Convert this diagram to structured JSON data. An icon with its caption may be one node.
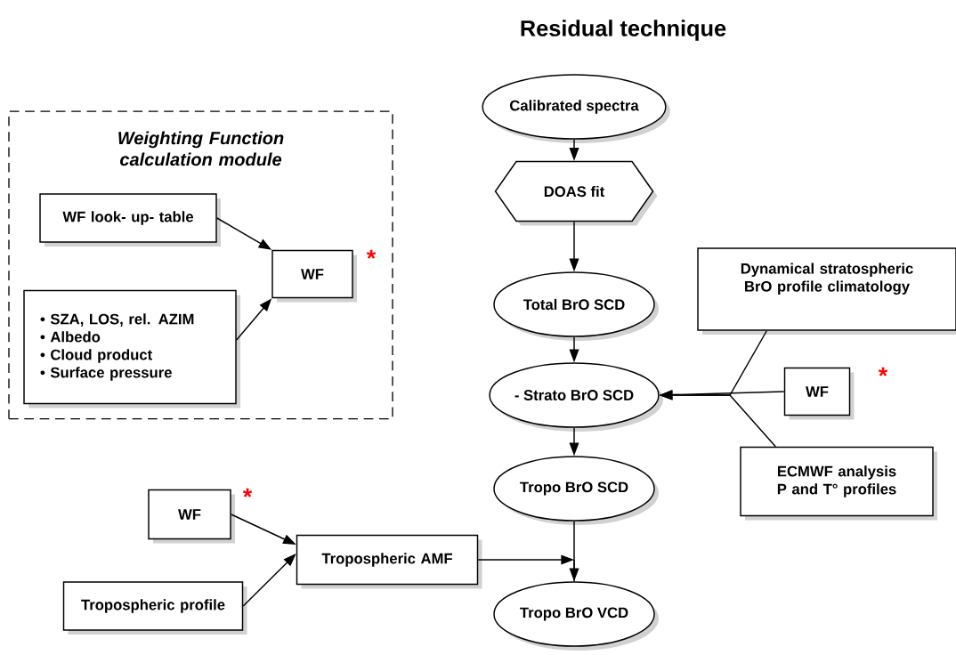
{
  "diagram": {
    "title": "Residual technique",
    "nodes": [
      {
        "text": [
          "Weighting Function calculation module"
        ]
      },
      {
        "text": [
          "WF look- up- table"
        ],
        "in": 0
      },
      {
        "text": [
          "• SZA, LOS, rel. AZIM",
          "• Albedo",
          "• Cloud product",
          "• Surface pressure"
        ],
        "in": 0
      },
      {
        "text": [
          "WF"
        ],
        "in": 0,
        "beside": [
          "*"
        ]
      },
      {
        "text": [
          "Calibrated spectra"
        ]
      },
      {
        "text": [
          "DOAS  fit"
        ]
      },
      {
        "text": [
          "Total BrO SCD"
        ]
      },
      {
        "text": [
          "Dynamical stratospheric BrO profile climatology"
        ]
      },
      {
        "text": [
          "- Strato BrO SCD"
        ]
      },
      {
        "text": [
          "WF"
        ],
        "beside": [
          "*"
        ]
      },
      {
        "text": [
          "ECMWF analysis P and T° profiles"
        ]
      },
      {
        "text": [
          "WF"
        ],
        "beside": [
          "*"
        ]
      },
      {
        "text": [
          "Tropo BrO SCD"
        ]
      },
      {
        "text": [
          "Tropospheric AMF"
        ]
      },
      {
        "text": [
          "Tropospheric profile"
        ]
      },
      {
        "text": [
          "Tropo BrO VCD"
        ]
      }
    ],
    "edges": [
      {
        "from": 1,
        "to": 3,
        "arrow": "to"
      },
      {
        "from": 2,
        "to": 3,
        "arrow": "to"
      },
      {
        "from": 4,
        "to": 5,
        "arrow": "to"
      },
      {
        "from": 5,
        "to": 6,
        "arrow": "to"
      },
      {
        "from": 6,
        "to": 8,
        "arrow": "to"
      },
      {
        "from": 7,
        "to": 8,
        "arrow": "to"
      },
      {
        "from": 9,
        "to": 8,
        "arrow": "to"
      },
      {
        "from": 10,
        "to": 8,
        "arrow": "to"
      },
      {
        "from": 8,
        "to": 12,
        "arrow": "to"
      },
      {
        "from": 12,
        "to": 15,
        "arrow": "to"
      },
      {
        "from": 11,
        "to": 13,
        "arrow": "to"
      },
      {
        "from": 14,
        "to": 13,
        "arrow": "to"
      },
      {
        "from": 13,
        "to": 15,
        "arrow": "to"
      }
    ]
  }
}
